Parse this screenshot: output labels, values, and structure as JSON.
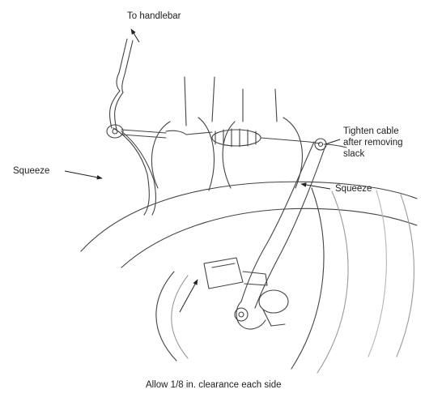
{
  "labels": {
    "handlebar": "To handlebar",
    "squeeze_left": "Squeeze",
    "tighten_line1": "Tighten cable",
    "tighten_line2": "after removing",
    "tighten_line3": "slack",
    "squeeze_right": "Squeeze",
    "clearance": "Allow 1/8 in. clearance each side"
  },
  "colors": {
    "ink": "#222222",
    "shade": "#c9c9c9",
    "background": "#ffffff"
  }
}
